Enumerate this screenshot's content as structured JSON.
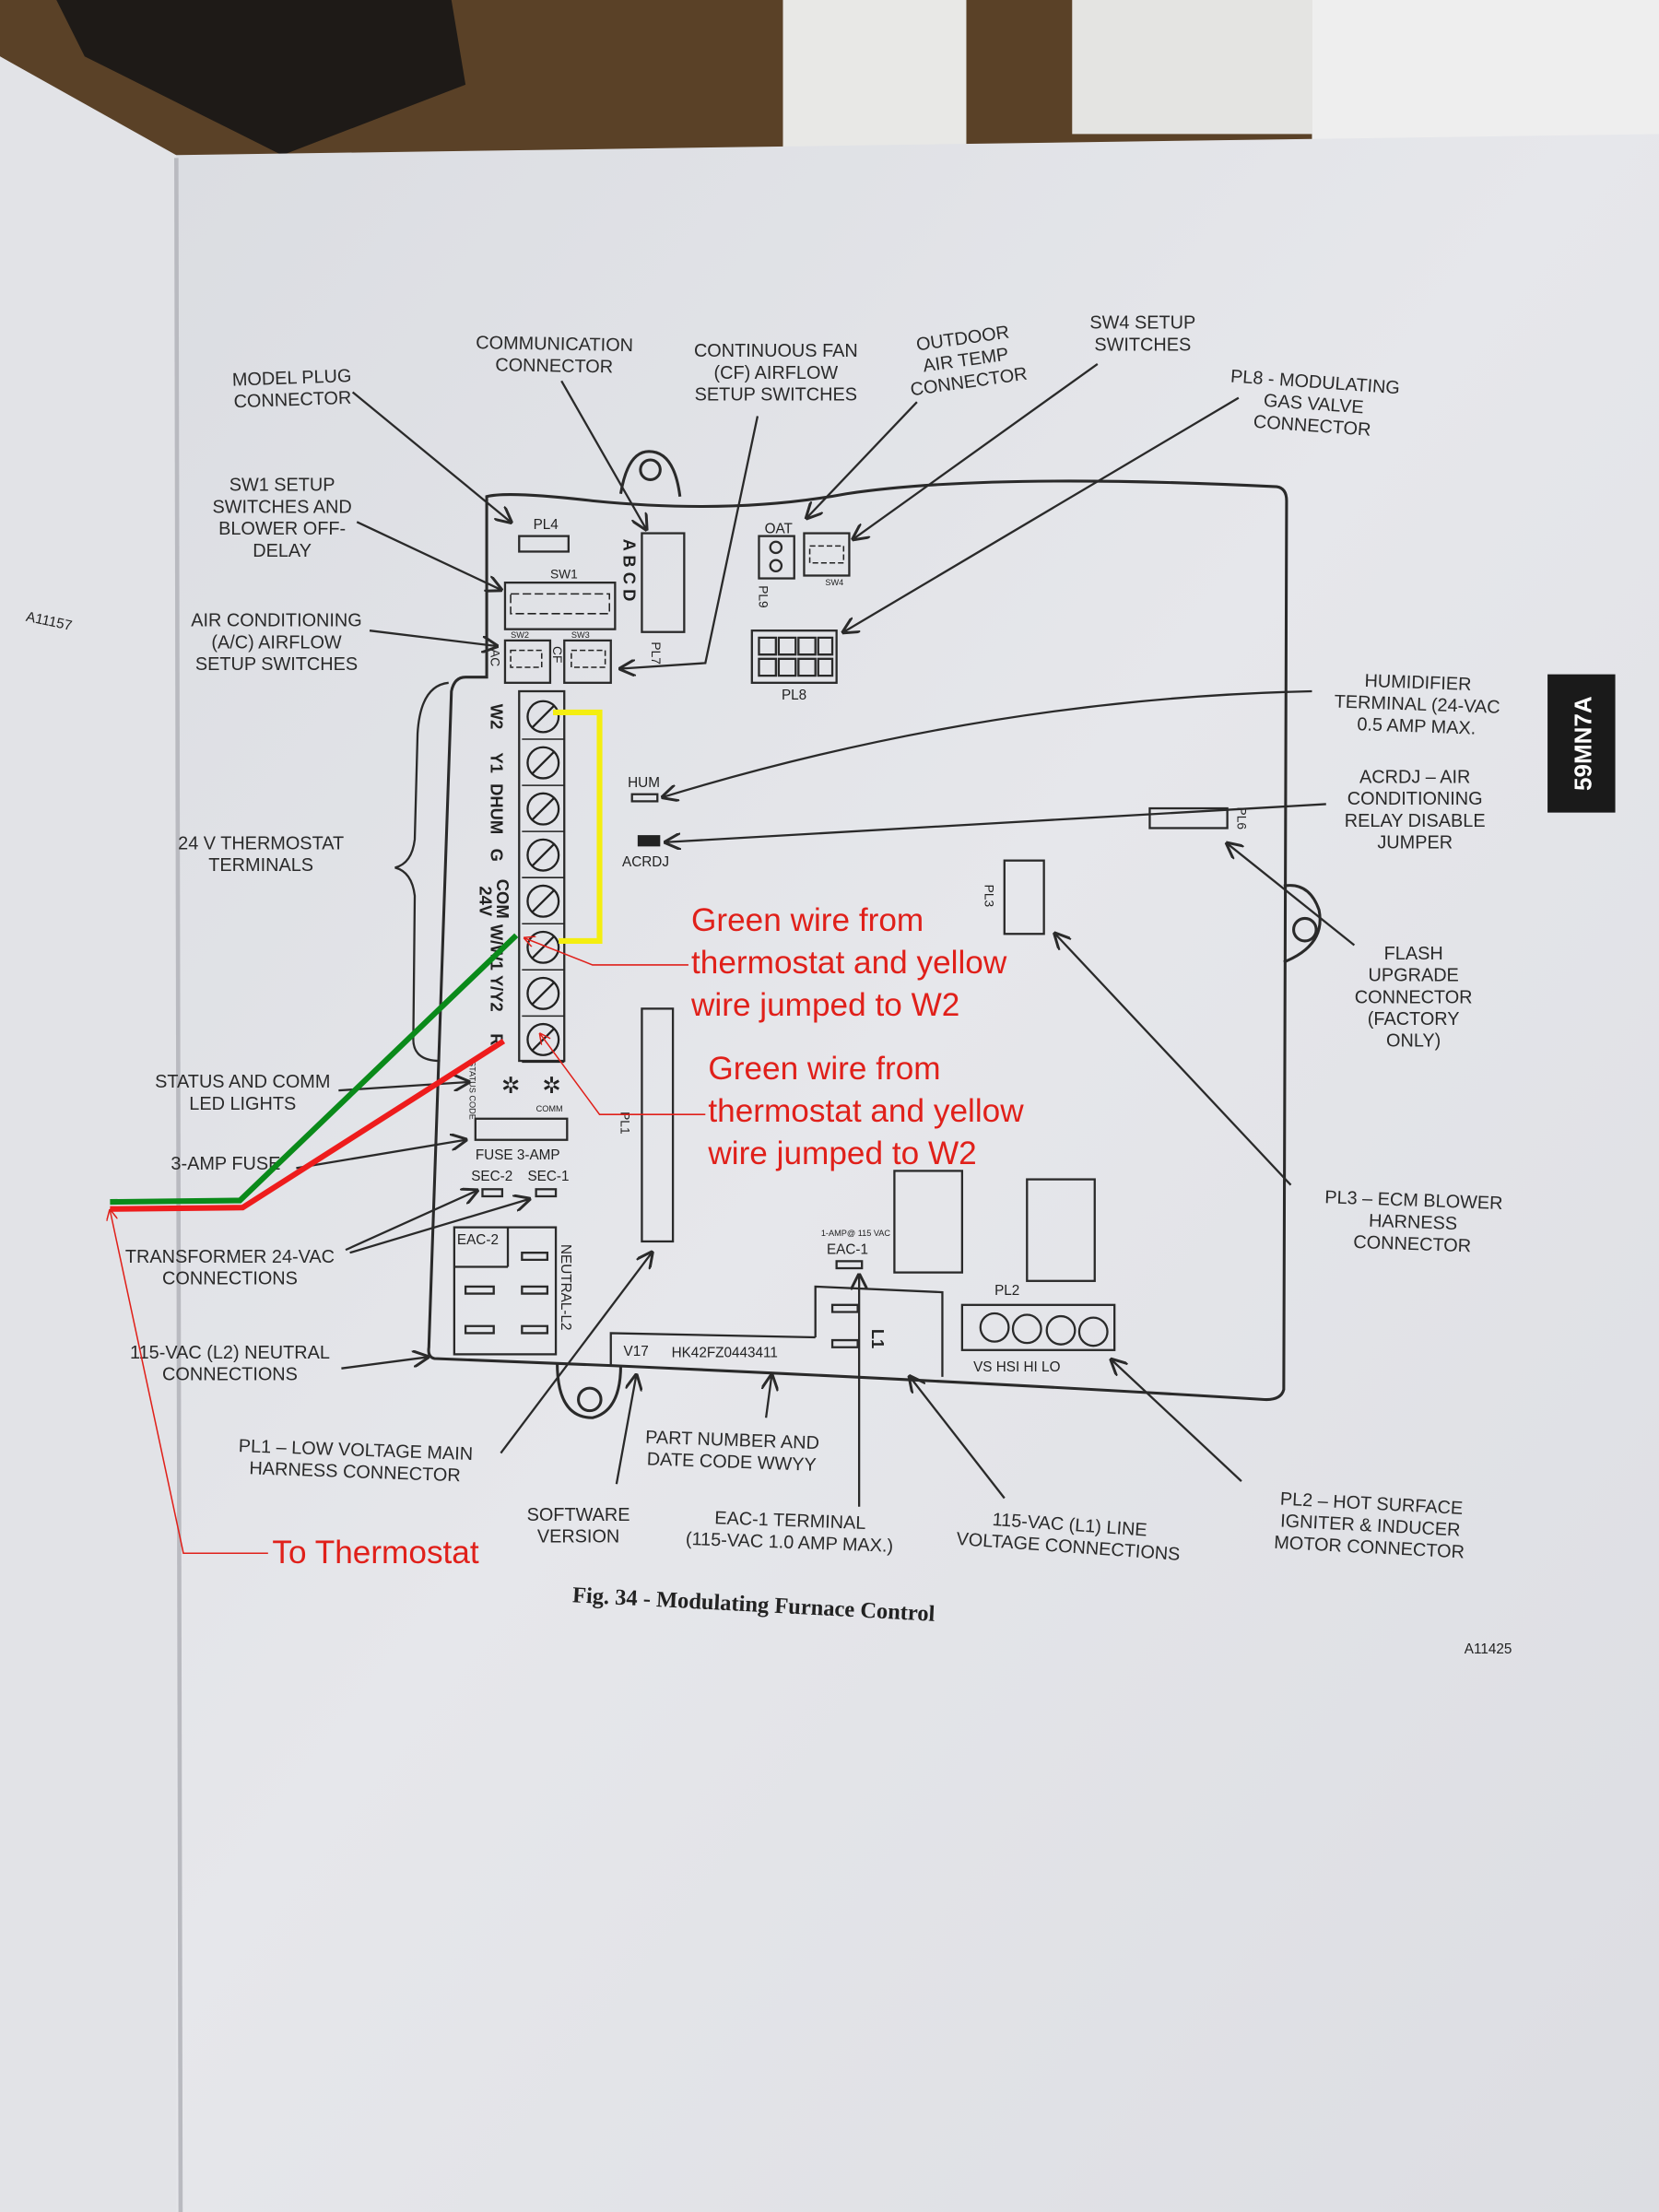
{
  "figure": {
    "caption": "Fig. 34 - Modulating Furnace Control",
    "code": "A11425",
    "side_code": "A11157",
    "tab": "59MN7A"
  },
  "callouts": {
    "communication": [
      "COMMUNICATION",
      "CONNECTOR"
    ],
    "continuous_fan": [
      "CONTINUOUS FAN",
      "(CF) AIRFLOW",
      "SETUP SWITCHES"
    ],
    "outdoor": [
      "OUTDOOR",
      "AIR TEMP",
      "CONNECTOR"
    ],
    "sw4": [
      "SW4 SETUP",
      "SWITCHES"
    ],
    "pl8": [
      "PL8 - MODULATING",
      "GAS VALVE",
      "CONNECTOR"
    ],
    "model_plug": [
      "MODEL PLUG",
      "CONNECTOR"
    ],
    "sw1": [
      "SW1 SETUP",
      "SWITCHES AND",
      "BLOWER OFF-",
      "DELAY"
    ],
    "ac": [
      "AIR CONDITIONING",
      "(A/C) AIRFLOW",
      "SETUP SWITCHES"
    ],
    "thermostat": [
      "24 V THERMOSTAT",
      "TERMINALS"
    ],
    "status": [
      "STATUS AND COMM",
      "LED LIGHTS"
    ],
    "fuse": [
      "3-AMP FUSE"
    ],
    "transformer": [
      "TRANSFORMER 24-VAC",
      "CONNECTIONS"
    ],
    "neutral": [
      "115-VAC (L2) NEUTRAL",
      "CONNECTIONS"
    ],
    "pl1": [
      "PL1 – LOW VOLTAGE MAIN",
      "HARNESS CONNECTOR"
    ],
    "software": [
      "SOFTWARE",
      "VERSION"
    ],
    "part": [
      "PART NUMBER AND",
      "DATE CODE WWYY"
    ],
    "eac1": [
      "EAC-1 TERMINAL",
      "(115-VAC 1.0 AMP MAX.)"
    ],
    "line": [
      "115-VAC (L1) LINE",
      "VOLTAGE  CONNECTIONS"
    ],
    "pl2": [
      "PL2 – HOT SURFACE",
      "IGNITER & INDUCER",
      "MOTOR CONNECTOR"
    ],
    "pl3": [
      "PL3 – ECM BLOWER",
      "HARNESS",
      "CONNECTOR"
    ],
    "flash": [
      "FLASH",
      "UPGRADE",
      "CONNECTOR",
      "(FACTORY",
      "ONLY)"
    ],
    "acrdj": [
      "ACRDJ – AIR",
      "CONDITIONING",
      "RELAY DISABLE",
      "JUMPER"
    ],
    "humidifier": [
      "HUMIDIFIER",
      "TERMINAL (24-VAC",
      "0.5 AMP MAX."
    ]
  },
  "board": {
    "pl4": "PL4",
    "sw1": "SW1",
    "sw2": "SW2",
    "sw3": "SW3",
    "abcd": "A B C D",
    "pl7": "PL7",
    "oat": "OAT",
    "pl9": "PL9",
    "sw4": "SW4",
    "pl8": "PL8",
    "ac": "AC",
    "cf": "CF",
    "terminals": [
      "W2",
      "Y1",
      "DHUM",
      "G",
      "COM 24V",
      "W/W1",
      "Y/Y2",
      "R"
    ],
    "hum": "HUM",
    "acrdj": "ACRDJ",
    "pl3": "PL3",
    "pl6": "PL6",
    "status_code": "STATUS CODE",
    "comm": "COMM",
    "fuse": "FUSE 3-AMP",
    "sec2": "SEC-2",
    "sec1": "SEC-1",
    "eac2": "EAC-2",
    "neutral": "NEUTRAL-L2",
    "pl1": "PL1",
    "eac1_rating": "1-AMP@ 115 VAC",
    "eac1": "EAC-1",
    "pl2": "PL2",
    "l1": "L1",
    "version": "V17",
    "part_number": "HK42FZ0443411",
    "pl2_pins": "VS  HSI  HI   LO"
  },
  "annotations": {
    "note1": [
      "Green wire from",
      "thermostat and yellow",
      "wire jumped to W2"
    ],
    "note2": [
      "Green wire from",
      "thermostat and yellow",
      "wire jumped to W2"
    ],
    "to_thermostat": "To Thermostat",
    "colors": {
      "green": "#0a8a1a",
      "red": "#ee1c1c",
      "yellow": "#f4ee10"
    }
  }
}
